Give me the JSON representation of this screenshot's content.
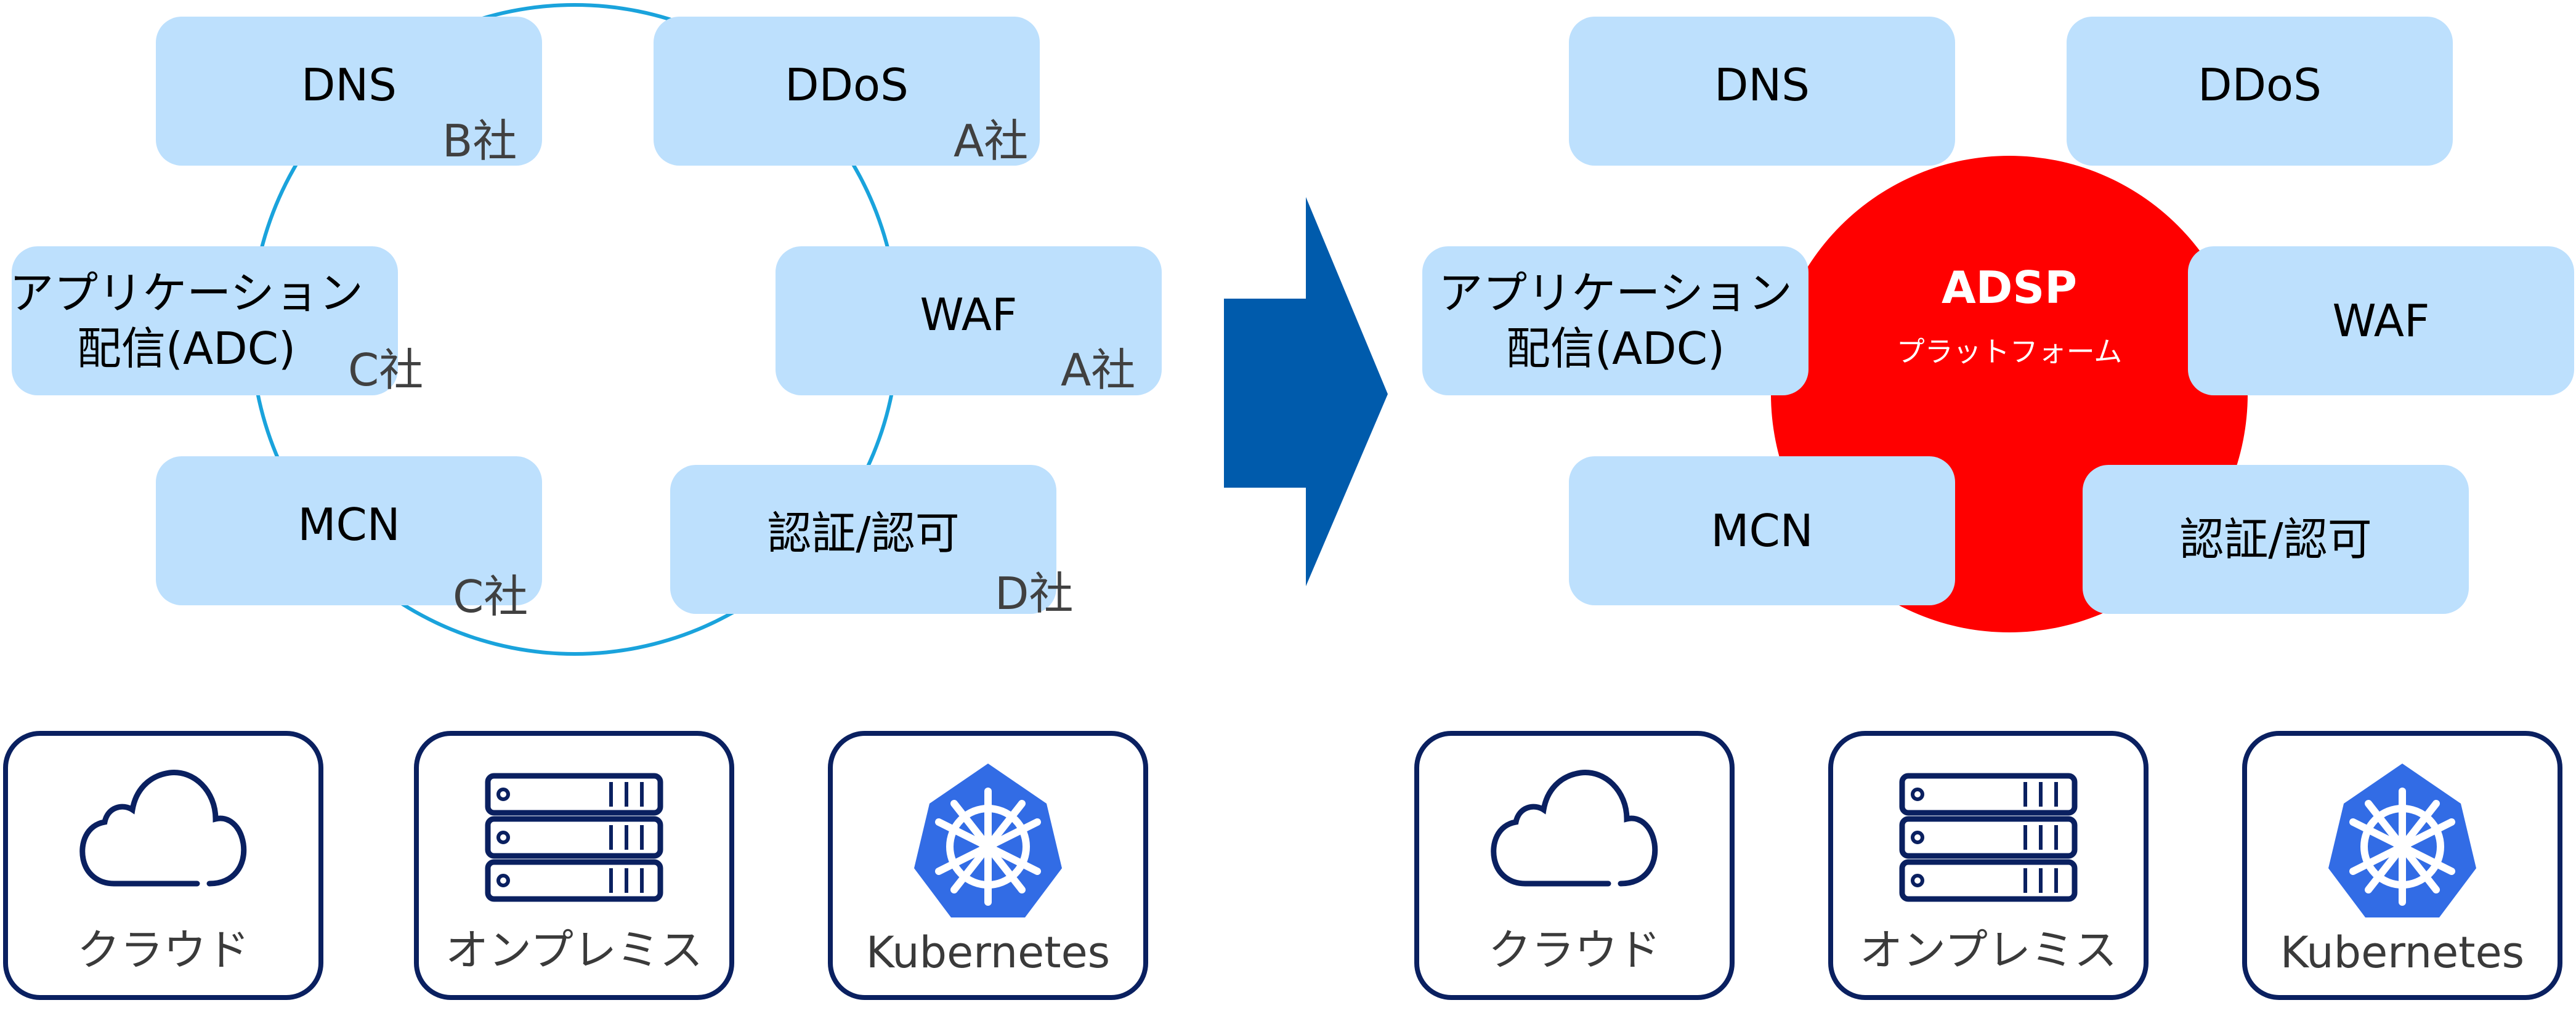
{
  "before": {
    "services": [
      {
        "name": "DNS",
        "company": "B社"
      },
      {
        "name": "DDoS",
        "company": "A社"
      },
      {
        "name": "アプリケーション\n配信(ADC)",
        "company": "C社"
      },
      {
        "name": "WAF",
        "company": "A社"
      },
      {
        "name": "MCN",
        "company": "C社"
      },
      {
        "name": "認証/認可",
        "company": "D社"
      }
    ],
    "bases": [
      {
        "label": "クラウド",
        "icon": "cloud-icon"
      },
      {
        "label": "オンプレミス",
        "icon": "server-icon"
      },
      {
        "label": "Kubernetes",
        "icon": "kubernetes-icon"
      }
    ]
  },
  "after": {
    "platform": {
      "title": "ADSP",
      "subtitle": "プラットフォーム"
    },
    "services": [
      {
        "name": "DNS"
      },
      {
        "name": "DDoS"
      },
      {
        "name": "アプリケーション\n配信(ADC)"
      },
      {
        "name": "WAF"
      },
      {
        "name": "MCN"
      },
      {
        "name": "認証/認可"
      }
    ],
    "bases": [
      {
        "label": "クラウド",
        "icon": "cloud-icon"
      },
      {
        "label": "オンプレミス",
        "icon": "server-icon"
      },
      {
        "label": "Kubernetes",
        "icon": "kubernetes-icon"
      }
    ]
  },
  "colors": {
    "service_box": "#bde0fd",
    "ring": "#1aa3dc",
    "platform": "#ff0000",
    "arrow": "#005bac",
    "base_border": "#0a2060",
    "kubernetes": "#326ce5"
  }
}
